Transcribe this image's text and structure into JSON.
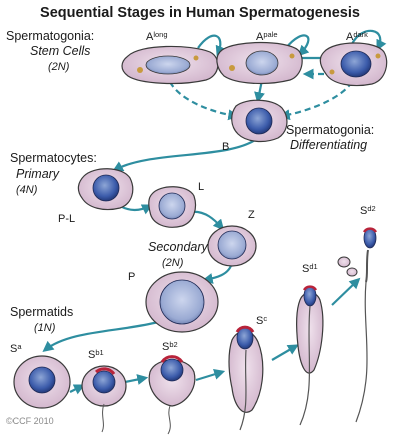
{
  "title": "Sequential Stages in Human Spermatogenesis",
  "groups": {
    "stem_l1": "Spermatogonia:",
    "stem_l2": "Stem Cells",
    "stem_l3": "(2N)",
    "diff_l1": "Spermatogonia:",
    "diff_l2": "Differentiating",
    "cytes_l1": "Spermatocytes:",
    "cytes_l2": "Primary",
    "cytes_l3": "(4N)",
    "secondary_l1": "Secondary",
    "secondary_l2": "(2N)",
    "tids_l1": "Spermatids",
    "tids_l2": "(1N)"
  },
  "cells": {
    "a_long": {
      "main": "A",
      "sub": "long"
    },
    "a_pale": {
      "main": "A",
      "sub": "pale"
    },
    "a_dark": {
      "main": "A",
      "sub": "dark"
    },
    "b": "B",
    "pl": "P-L",
    "l": "L",
    "z": "Z",
    "p": "P",
    "sa": {
      "main": "S",
      "sub": "a"
    },
    "sb1": {
      "main": "S",
      "sub": "b1"
    },
    "sb2": {
      "main": "S",
      "sub": "b2"
    },
    "sc": {
      "main": "S",
      "sub": "c"
    },
    "sd1": {
      "main": "S",
      "sub": "d1"
    },
    "sd2": {
      "main": "S",
      "sub": "d2"
    }
  },
  "credit": "©CCF 2010",
  "colors": {
    "arrow": "#2e8ea0",
    "cytoplasm": "#ddc6d8",
    "nucleus": "#2f4d9e",
    "nucleus_light": "#8ea6d6",
    "outline": "#3a3a3a",
    "acrosome": "#b8233a",
    "tail": "#555555"
  }
}
